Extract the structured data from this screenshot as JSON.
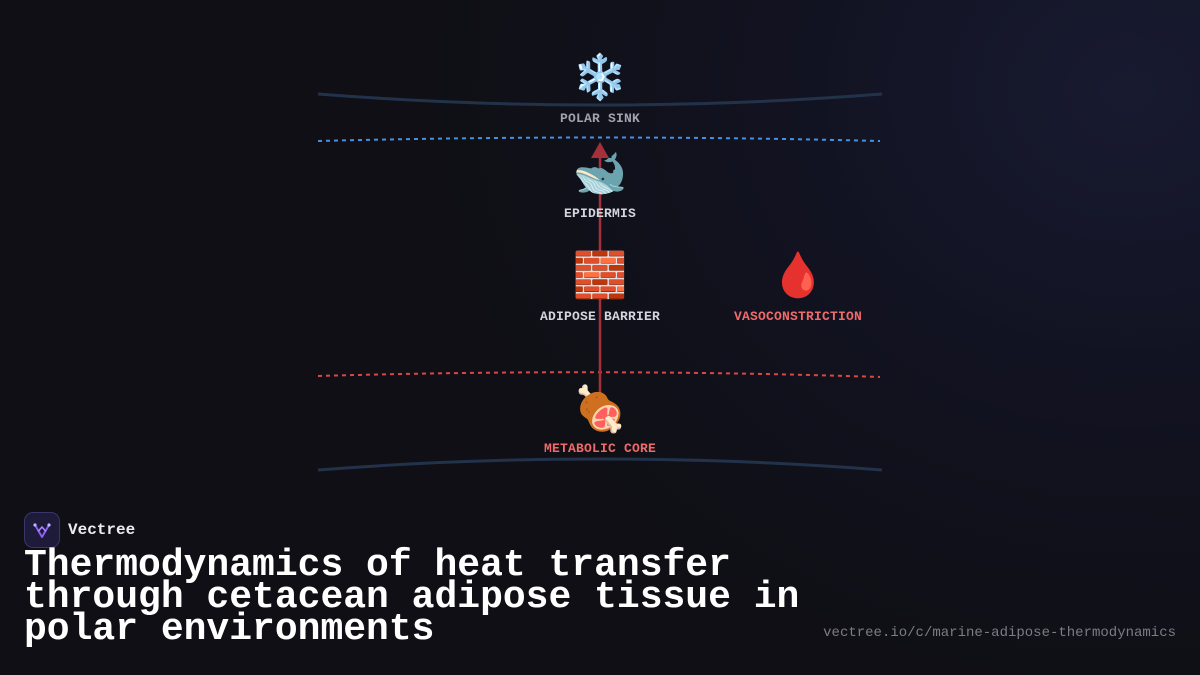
{
  "diagram": {
    "nodes": [
      {
        "id": "polar-sink",
        "icon": "snowflake-icon",
        "glyph": "❄️",
        "label": "POLAR SINK",
        "color": "#9ea3ad"
      },
      {
        "id": "epidermis",
        "icon": "whale-icon",
        "glyph": "🐋",
        "label": "EPIDERMIS",
        "color": "#d3d6dc"
      },
      {
        "id": "adipose-barrier",
        "icon": "brick-icon",
        "glyph": "🧱",
        "label": "ADIPOSE BARRIER",
        "color": "#d3d6dc"
      },
      {
        "id": "vasoconstriction",
        "icon": "blood-drop-icon",
        "glyph": "🩸",
        "label": "VASOCONSTRICTION",
        "color": "#f06a6a"
      },
      {
        "id": "metabolic-core",
        "icon": "meat-icon",
        "glyph": "🍖",
        "label": "METABOLIC CORE",
        "color": "#f06a6a"
      }
    ],
    "colors": {
      "cold_boundary": "#4a8fe0",
      "warm_boundary": "#e04545",
      "heat_arrow": "#a3303a",
      "outline": "#22324a"
    }
  },
  "brand": {
    "name": "Vectree",
    "logo_icon": "vectree-logo-icon"
  },
  "title": "Thermodynamics of heat transfer through cetacean adipose tissue in polar environments",
  "url": "vectree.io/c/marine-adipose-thermodynamics"
}
